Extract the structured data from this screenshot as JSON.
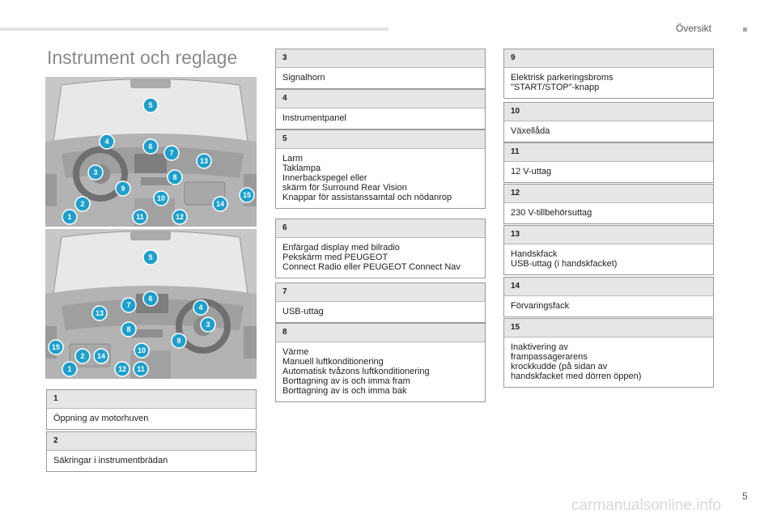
{
  "header": {
    "section": "Översikt",
    "title": "Instrument och reglage"
  },
  "page_number": "5",
  "watermark": "carmanualsonline.info",
  "items": [
    {
      "num": "1",
      "lines": [
        "Öppning av motorhuven"
      ]
    },
    {
      "num": "2",
      "lines": [
        "Säkringar i instrumentbrädan"
      ]
    },
    {
      "num": "3",
      "lines": [
        "Signalhorn"
      ]
    },
    {
      "num": "4",
      "lines": [
        "Instrumentpanel"
      ]
    },
    {
      "num": "5",
      "lines": [
        "Larm",
        "Taklampa",
        "Innerbackspegel eller",
        "skärm för Surround Rear Vision",
        "Knappar för assistanssamtal och nödanrop"
      ]
    },
    {
      "num": "6",
      "lines": [
        "Enfärgad display med bilradio",
        "Pekskärm med PEUGEOT",
        "Connect Radio eller PEUGEOT Connect Nav"
      ]
    },
    {
      "num": "7",
      "lines": [
        "USB-uttag"
      ]
    },
    {
      "num": "8",
      "lines": [
        "Värme",
        "Manuell luftkonditionering",
        "Automatisk tvåzons luftkonditionering",
        "Borttagning av is och imma fram",
        "Borttagning av is och imma bak"
      ]
    },
    {
      "num": "9",
      "lines": [
        "Elektrisk parkeringsbroms",
        "\"START/STOP\"-knapp"
      ]
    },
    {
      "num": "10",
      "lines": [
        "Växellåda"
      ]
    },
    {
      "num": "11",
      "lines": [
        "12 V-uttag"
      ]
    },
    {
      "num": "12",
      "lines": [
        "230 V-tillbehörsuttag"
      ]
    },
    {
      "num": "13",
      "lines": [
        "Handskfack",
        "USB-uttag (i handskfacket)"
      ]
    },
    {
      "num": "14",
      "lines": [
        "Förvaringsfack"
      ]
    },
    {
      "num": "15",
      "lines": [
        "Inaktivering av",
        "frampassagerarens",
        "krockkudde (på sidan av",
        "handskfacket med dörren öppen)"
      ]
    }
  ],
  "illustrations": {
    "lhd_labels": [
      "5",
      "4",
      "6",
      "7",
      "13",
      "3",
      "8",
      "9",
      "10",
      "15",
      "2",
      "14",
      "1",
      "11",
      "12"
    ],
    "rhd_labels": [
      "5",
      "6",
      "7",
      "4",
      "13",
      "8",
      "3",
      "9",
      "10",
      "15",
      "2",
      "14",
      "1",
      "12",
      "11"
    ]
  }
}
